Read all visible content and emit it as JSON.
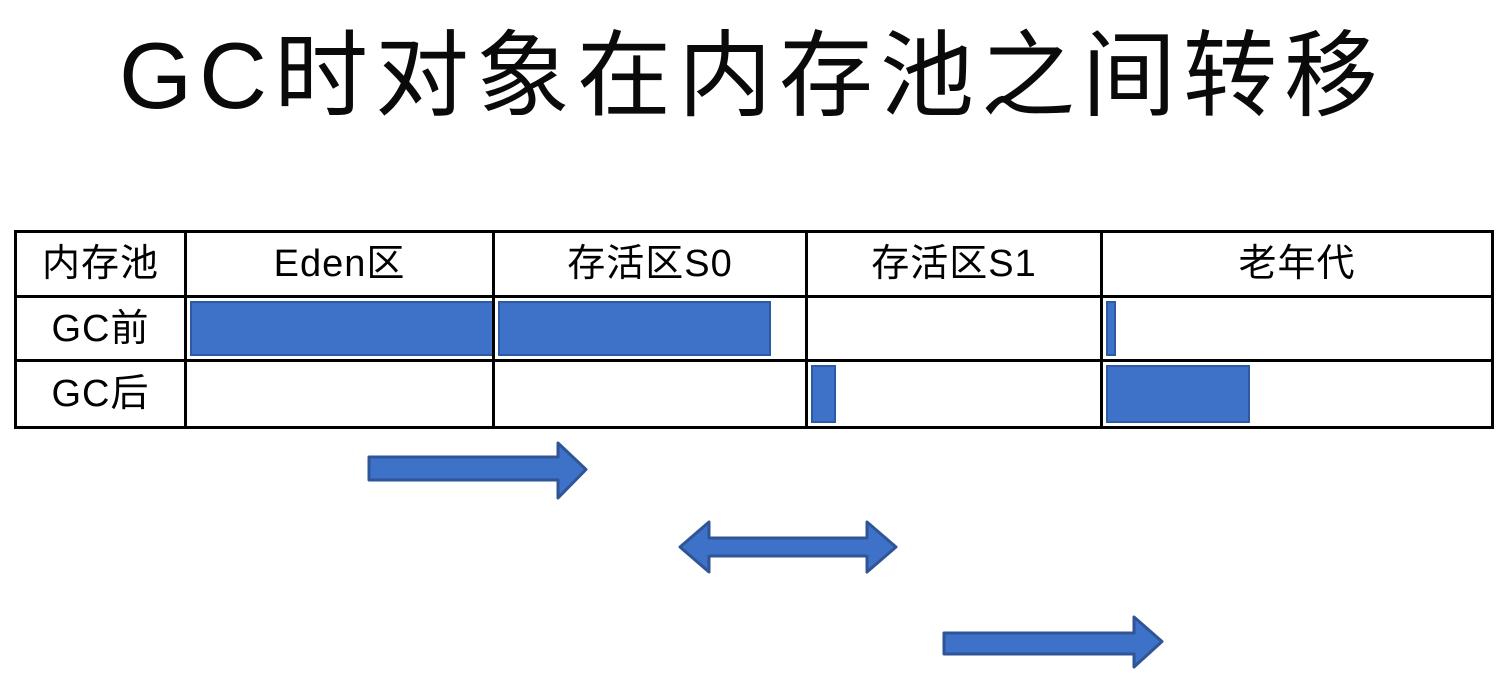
{
  "title": "GC时对象在内存池之间转移",
  "table": {
    "corner_header": "内存池",
    "column_headers": [
      "Eden区",
      "存活区S0",
      "存活区S1",
      "老年代"
    ],
    "rows": [
      {
        "label": "GC前",
        "fills": [
          100,
          88,
          0,
          2.6
        ]
      },
      {
        "label": "GC后",
        "fills": [
          0,
          0,
          8.5,
          37
        ]
      }
    ]
  },
  "arrows": [
    {
      "name": "eden-to-survivor0",
      "direction": "right"
    },
    {
      "name": "survivor0-survivor1-swap",
      "direction": "both"
    },
    {
      "name": "survivor1-to-old-gen",
      "direction": "right"
    }
  ],
  "colors": {
    "background": "#FFFFFF",
    "text": "#000000",
    "table_border": "#000000",
    "bar_fill": "#3E71C8",
    "bar_border": "#2D5AA2",
    "arrow_fill": "#3E71C8",
    "arrow_outline": "#2F5597"
  }
}
